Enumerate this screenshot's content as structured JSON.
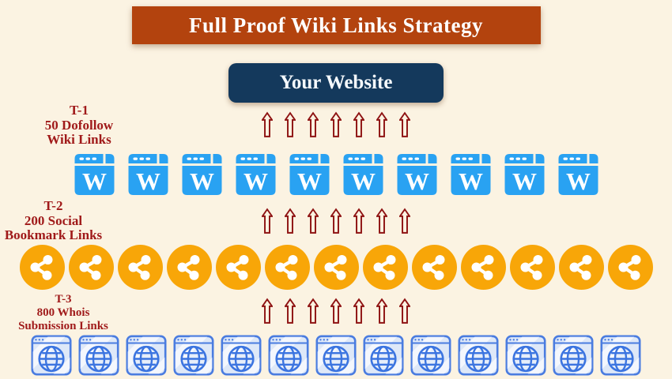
{
  "header": {
    "title": "Full Proof Wiki Links Strategy"
  },
  "website": {
    "label": "Your Website"
  },
  "tiers": [
    {
      "id": "T-1",
      "lines": [
        "T-1",
        "50 Dofollow",
        "Wiki Links"
      ]
    },
    {
      "id": "T-2",
      "lines": [
        "T-2",
        "200 Social",
        "Bookmark Links"
      ]
    },
    {
      "id": "T-3",
      "lines": [
        "T-3",
        "800 Whois",
        "Submission Links"
      ]
    }
  ],
  "rows": {
    "arrows_top": {
      "count": 7,
      "icon": "up-arrow-icon"
    },
    "wiki": {
      "count": 10,
      "icon": "wiki-browser-icon",
      "letter": "W"
    },
    "arrows_mid": {
      "count": 7,
      "icon": "up-arrow-icon"
    },
    "share": {
      "count": 13,
      "icon": "share-icon"
    },
    "arrows_bottom": {
      "count": 7,
      "icon": "up-arrow-icon"
    },
    "whois": {
      "count": 13,
      "icon": "globe-browser-icon"
    }
  },
  "colors": {
    "bg": "#FBF3E2",
    "banner": "#B3430E",
    "website": "#14395C",
    "label": "#A01A1A",
    "arrow": "#8E1212",
    "wiki_blue": "#29A2F2",
    "share_orange": "#F8A608",
    "globe_stroke": "#4A7CE0",
    "globe_fill": "#DEE8F8"
  }
}
